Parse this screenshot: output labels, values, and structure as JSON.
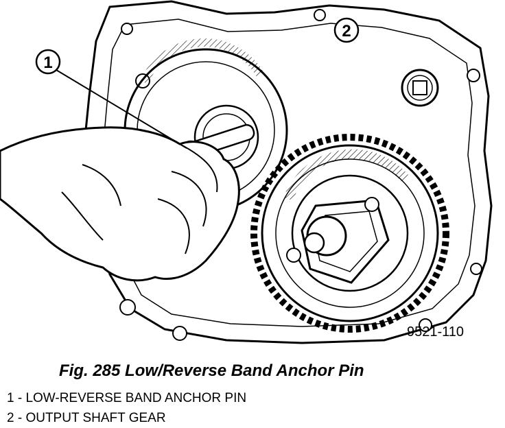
{
  "figure": {
    "id_label": "9521-110",
    "callouts": [
      {
        "number": "1"
      },
      {
        "number": "2"
      }
    ]
  },
  "caption": "Fig. 285 Low/Reverse Band Anchor Pin",
  "legend": [
    {
      "text": "1 - LOW-REVERSE BAND ANCHOR PIN"
    },
    {
      "text": "2 - OUTPUT SHAFT GEAR"
    }
  ]
}
